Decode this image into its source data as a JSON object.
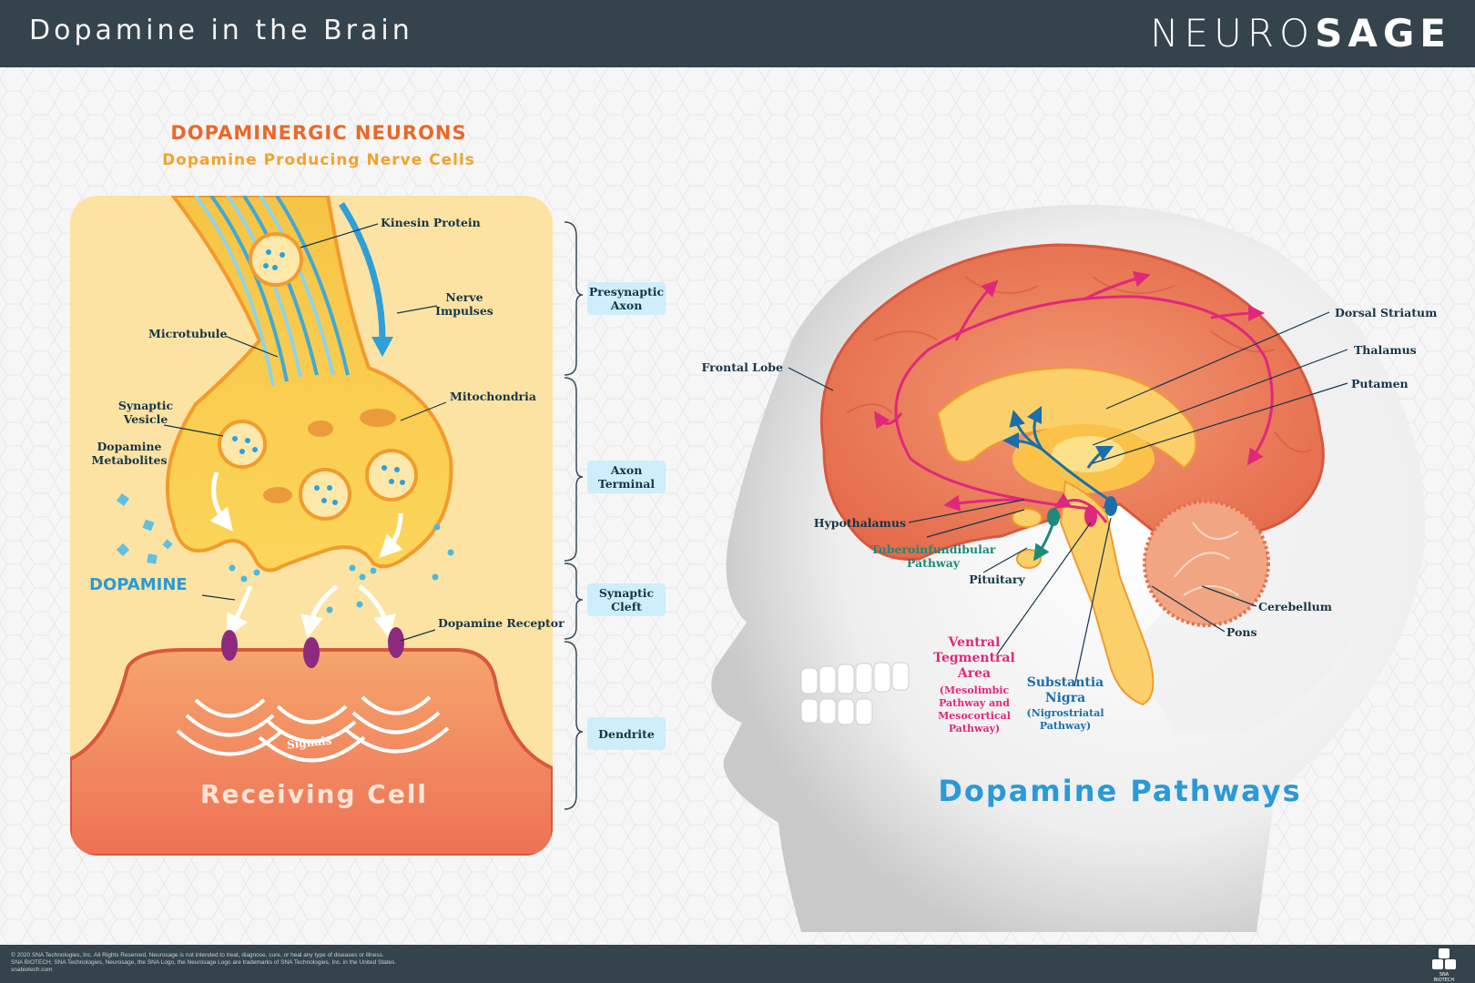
{
  "header": {
    "title": "Dopamine in the Brain",
    "brand_light": "NEURO",
    "brand_bold": "SAGE"
  },
  "neurons": {
    "title": "DOPAMINERGIC NEURONS",
    "subtitle": "Dopamine Producing Nerve Cells",
    "labels": {
      "kinesin": "Kinesin Protein",
      "nerve_impulses": "Nerve\nImpulses",
      "microtubule": "Microtubule",
      "mitochondria": "Mitochondria",
      "synaptic_vesicle": "Synaptic\nVesicle",
      "dopamine_metabolites": "Dopamine\nMetabolites",
      "dopamine": "DOPAMINE",
      "dopamine_receptor": "Dopamine Receptor",
      "signals": "Signals",
      "receiving_cell": "Receiving Cell"
    },
    "stages": [
      "Presynaptic\nAxon",
      "Axon\nTerminal",
      "Synaptic\nCleft",
      "Dendrite"
    ]
  },
  "brain": {
    "title": "Dopamine Pathways",
    "labels": {
      "frontal_lobe": "Frontal Lobe",
      "dorsal_striatum": "Dorsal Striatum",
      "thalamus": "Thalamus",
      "putamen": "Putamen",
      "hypothalamus": "Hypothalamus",
      "tuberoinfundibular": "Tuberoinfundibular\nPathway",
      "pituitary": "Pituitary",
      "vta": "Ventral\nTegmentral\nArea",
      "vta_note": "(Mesolimbic\nPathway and\nMesocortical\nPathway)",
      "substantia": "Substantia\nNigra",
      "substantia_note": "(Nigrostriatal\nPathway)",
      "cerebellum": "Cerebellum",
      "pons": "Pons"
    }
  },
  "footer": {
    "legal": "© 2020 SNA Technologies, Inc. All Rights Reserved. Neurosage is not intended to treat, diagnose, cure, or heal any type of diseases or illness.\nSNA BIOTECH, SNA Technologies, Neurosage, the SNA Logo, the Neurosage Logo are trademarks of SNA Technologies, Inc. in the United States.\nsnabiotech.com",
    "logo_text": "SNA BIOTECH"
  },
  "colors": {
    "header_bg": "#35434d",
    "neuron_title": "#e8692a",
    "neuron_subtitle": "#f0a42c",
    "pathways_title": "#2a9ad6",
    "mesolimbic": "#e0287a",
    "nigrostriatal": "#1b6fa8",
    "tuberoinfundibular": "#1d8a7a"
  }
}
